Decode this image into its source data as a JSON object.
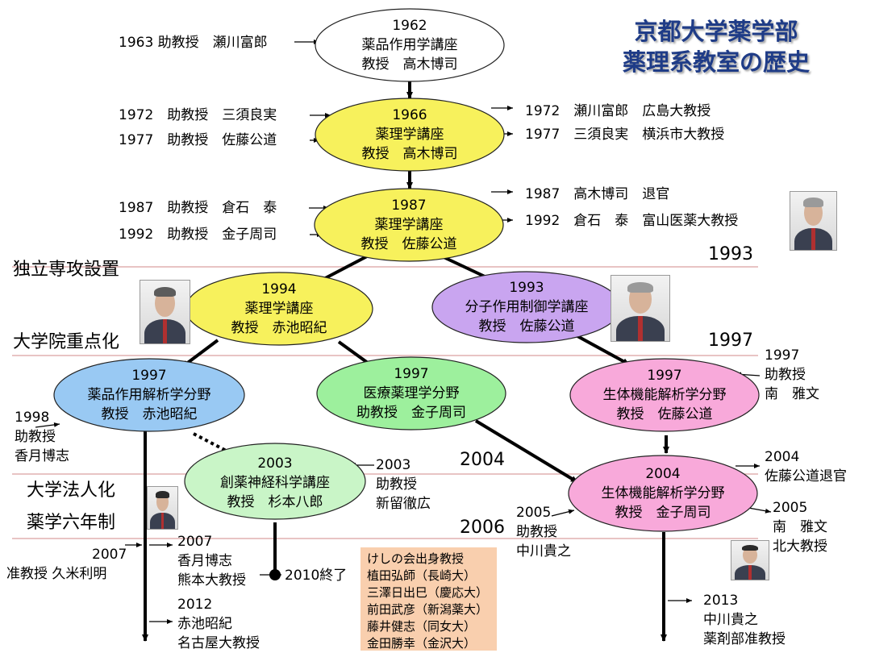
{
  "title": [
    "京都大学薬学部",
    "薬理系教室の歴史"
  ],
  "eras": [
    "独立専攻設置",
    "大学院重点化",
    "大学法人化",
    "薬学六年制"
  ],
  "year_marks": [
    "1993",
    "1997",
    "2004",
    "2006"
  ],
  "colors": {
    "white": "#ffffff",
    "yellow": "#f7f15c",
    "purple": "#c9a5f0",
    "blue": "#99c9f3",
    "green": "#9df09d",
    "pink": "#f8a9da",
    "light_green": "#c9f5c7",
    "line_red": "#d9a0a0",
    "note_bg": "#f9cfae",
    "title_blue": "#1f3c87"
  },
  "nodes": {
    "n1962": [
      "1962",
      "薬品作用学講座",
      "教授　高木博司"
    ],
    "n1966": [
      "1966",
      "薬理学講座",
      "教授　高木博司"
    ],
    "n1987": [
      "1987",
      "薬理学講座",
      "教授　佐藤公道"
    ],
    "n1994": [
      "1994",
      "薬理学講座",
      "教授　赤池昭紀"
    ],
    "n1993": [
      "1993",
      "分子作用制御学講座",
      "教授　佐藤公道"
    ],
    "n1997a": [
      "1997",
      "薬品作用解析学分野",
      "教授　赤池昭紀"
    ],
    "n1997b": [
      "1997",
      "医療薬理学分野",
      "助教授　金子周司"
    ],
    "n1997c": [
      "1997",
      "生体機能解析学分野",
      "教授　佐藤公道"
    ],
    "n2003": [
      "2003",
      "創薬神経科学講座",
      "教授　杉本八郎"
    ],
    "n2004": [
      "2004",
      "生体機能解析学分野",
      "教授　金子周司"
    ]
  },
  "notes": {
    "a1963": [
      "1963 助教授　瀬川富郎"
    ],
    "a1972": [
      "1972　助教授　三須良実"
    ],
    "a1977": [
      "1977　助教授　佐藤公道"
    ],
    "r1972": [
      "1972　瀬川富郎　広島大教授"
    ],
    "r1977": [
      "1977　三須良実　横浜市大教授"
    ],
    "a1987": [
      "1987　助教授　倉石　泰"
    ],
    "a1992": [
      "1992　助教授　金子周司"
    ],
    "r1987": [
      "1987　高木博司　退官"
    ],
    "r1992": [
      "1992　倉石　泰　富山医薬大教授"
    ],
    "r1997": [
      "1997",
      "助教授",
      "南　雅文"
    ],
    "a1998": [
      "1998",
      "助教授",
      "香月博志"
    ],
    "a2003": [
      "2003",
      "助教授",
      "新留徹広"
    ],
    "r2004": [
      "2004",
      "佐藤公道退官"
    ],
    "a2005": [
      "2005",
      "助教授",
      "中川貴之"
    ],
    "r2005": [
      "2005",
      "南　雅文",
      "北大教授"
    ],
    "a2007a": [
      "2007",
      "准教授 久米利明"
    ],
    "a2007b": [
      "2007",
      "香月博志",
      "熊本大教授"
    ],
    "e2010": [
      "2010終了"
    ],
    "a2012": [
      "2012",
      "赤池昭紀",
      "名古屋大教授"
    ],
    "a2013": [
      "2013",
      "中川貴之",
      "薬剤部准教授"
    ]
  },
  "alumni": [
    "けしの会出身教授",
    "植田弘師（長崎大）",
    "三澤日出巳（慶応大）",
    "前田武彦（新潟薬大）",
    "藤井健志（同女大）",
    "金田勝幸（金沢大）"
  ],
  "photo_icons": [
    "portrait-photo-icon"
  ]
}
